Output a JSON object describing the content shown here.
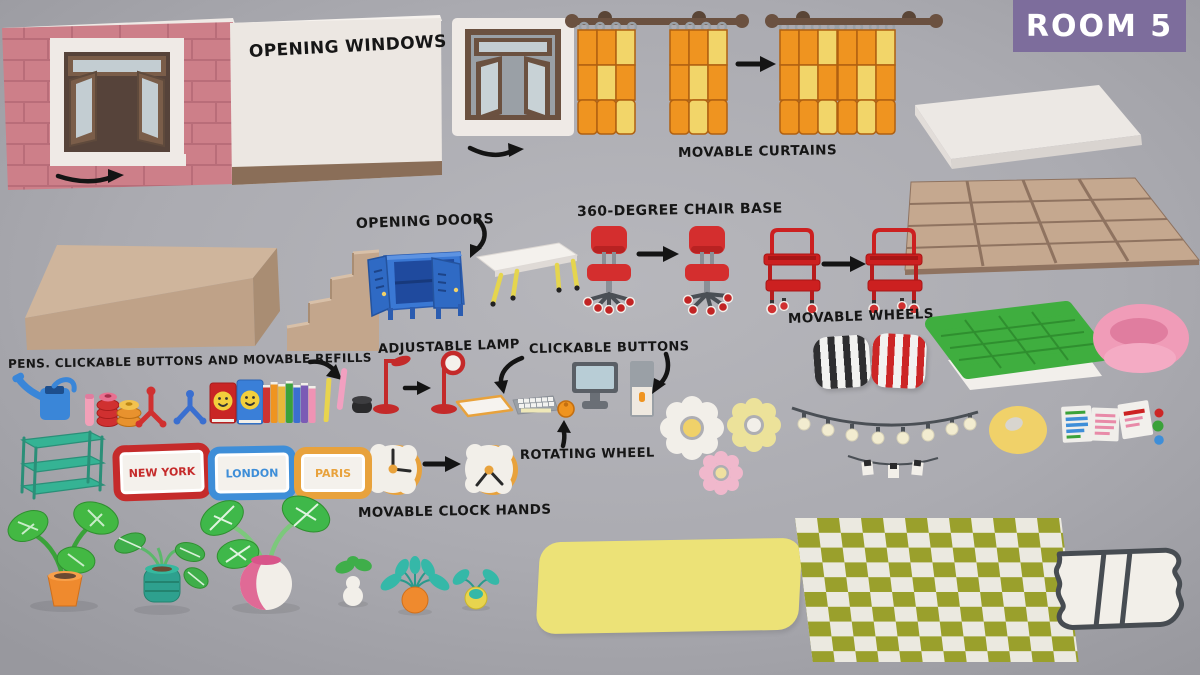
{
  "scene": {
    "badge": {
      "label": "ROOM 5",
      "bg_color": "#7d6d9c",
      "text_color": "#ffffff"
    },
    "annotations": {
      "opening_windows": "OPENING WINDOWS",
      "movable_curtains": "MOVABLE CURTAINS",
      "opening_doors": "OPENING DOORS",
      "chair_base": "360-DEGREE CHAIR BASE",
      "movable_wheels": "MOVABLE WHEELS",
      "pens": "PENS. CLICKABLE BUTTONS AND MOVABLE REFILLS",
      "adjustable_lamp": "ADJUSTABLE LAMP",
      "clickable_buttons": "CLICKABLE BUTTONS",
      "rotating_wheel": "ROTATING WHEEL",
      "movable_clock_hands": "MOVABLE CLOCK HANDS"
    },
    "signs": [
      {
        "label": "NEW YORK",
        "color": "#c52b2b"
      },
      {
        "label": "LONDON",
        "color": "#3e8ed8"
      },
      {
        "label": "PARIS",
        "color": "#e8a23c"
      }
    ],
    "palette": {
      "background_gray": "#abab b1",
      "brick_pink": "#cd7f89",
      "wall_cream": "#ece7e2",
      "wood_brown": "#6b5140",
      "curtain_orange": "#ef9420",
      "curtain_yellow": "#f2d569",
      "locker_blue": "#3a78d4",
      "chair_red": "#d42e2e",
      "cart_red": "#cc2020",
      "tile_tan": "#c5a88f",
      "mattress_green": "#3fae3f",
      "armchair_pink": "#f09cb8",
      "shelf_teal": "#35b394",
      "clock_orange": "#e8a23c",
      "checker_olive": "#9aa02c",
      "mat_yellow": "#ece277",
      "donut_yellow": "#f0d169",
      "label_ink": "#161616"
    }
  }
}
